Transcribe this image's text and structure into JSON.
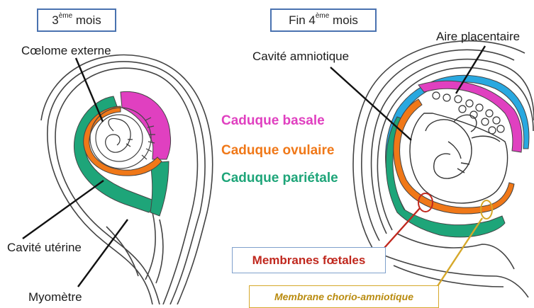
{
  "left_panel": {
    "title_prefix": "3",
    "title_sup": "ème",
    "title_suffix": " mois",
    "labels": {
      "coelome": "Cœlome externe",
      "cavite_uterine": "Cavité utérine",
      "myometre": "Myomètre"
    }
  },
  "right_panel": {
    "title_prefix": "Fin 4",
    "title_sup": "ème",
    "title_suffix": " mois",
    "labels": {
      "cavite_amniotique": "Cavité amniotique",
      "aire_placentaire": "Aire placentaire"
    }
  },
  "legend": {
    "basale": "Caduque basale",
    "ovulaire": "Caduque ovulaire",
    "parietale": "Caduque pariétale"
  },
  "callouts": {
    "membranes": "Membranes fœtales",
    "chorio": "Membrane chorio-amniotique"
  },
  "colors": {
    "basale": "#e040c0",
    "ovulaire": "#f07818",
    "parietale": "#1ea579",
    "chorion_blue": "#29a8e0",
    "membranes_red": "#c0281e",
    "chorio_gold": "#d6a82a"
  }
}
